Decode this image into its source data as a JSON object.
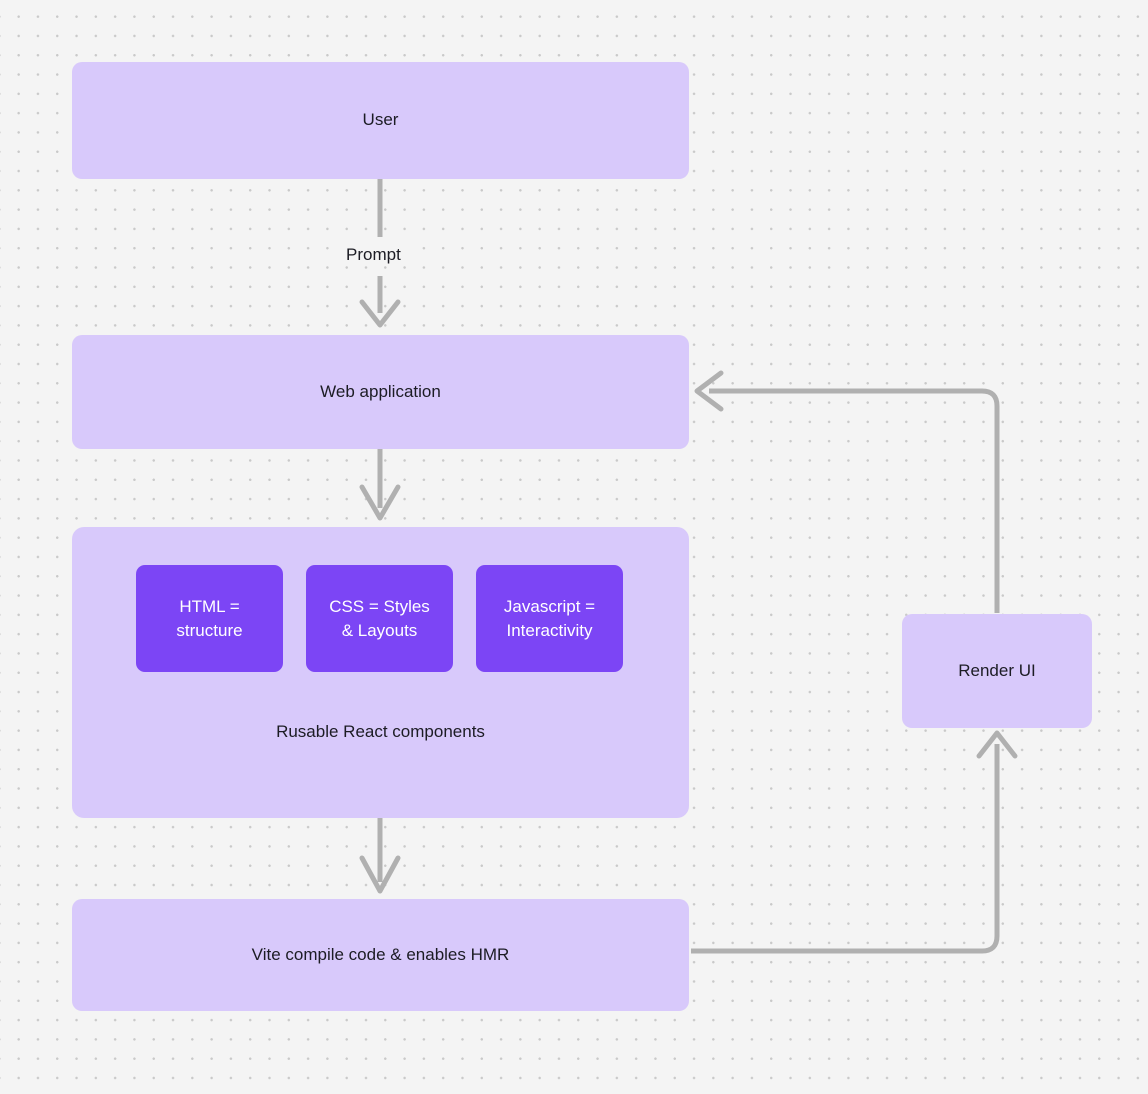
{
  "diagram": {
    "background_color": "#f4f4f4",
    "dot_color": "#c9c9c9",
    "node_fill": "#d8c9fb",
    "subnode_fill": "#7c45f5",
    "edge_color": "#b0b0b0",
    "text_color": "#1c1c24",
    "nodes": [
      {
        "id": "user",
        "label": "User"
      },
      {
        "id": "web-application",
        "label": "Web application"
      },
      {
        "id": "components-group",
        "caption": "Rusable React components"
      },
      {
        "id": "vite",
        "label": "Vite compile code & enables HMR"
      },
      {
        "id": "render-ui",
        "label": "Render UI"
      }
    ],
    "subnodes": [
      {
        "id": "html",
        "line1": "HTML =",
        "line2": "structure"
      },
      {
        "id": "css",
        "line1": "CSS = Styles",
        "line2": "& Layouts"
      },
      {
        "id": "javascript",
        "line1": "Javascript =",
        "line2": "Interactivity"
      }
    ],
    "edges": [
      {
        "id": "user-to-web",
        "label": "Prompt"
      },
      {
        "id": "web-to-components",
        "label": ""
      },
      {
        "id": "components-to-vite",
        "label": ""
      },
      {
        "id": "vite-to-render",
        "label": ""
      },
      {
        "id": "render-to-web",
        "label": ""
      }
    ]
  }
}
